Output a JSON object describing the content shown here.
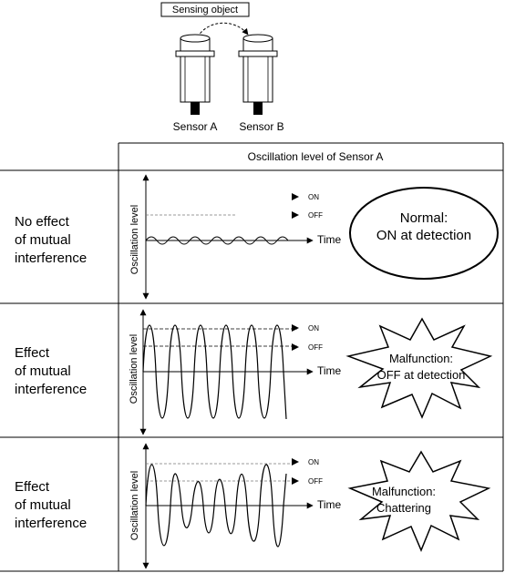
{
  "header": {
    "sensing_object": "Sensing object",
    "sensor_a": "Sensor A",
    "sensor_b": "Sensor B"
  },
  "table": {
    "column_header": "Oscillation level of Sensor A",
    "rows": [
      {
        "label_lines": [
          "No effect",
          "of mutual",
          "interference"
        ],
        "y_axis": "Oscillation level",
        "x_axis": "Time",
        "on_label": "ON",
        "off_label": "OFF",
        "result_lines": [
          "Normal:",
          "ON at detection"
        ],
        "result_shape": "ellipse"
      },
      {
        "label_lines": [
          "Effect",
          "of mutual",
          "interference"
        ],
        "y_axis": "Oscillation level",
        "x_axis": "Time",
        "on_label": "ON",
        "off_label": "OFF",
        "result_lines": [
          "Malfunction:",
          "OFF at detection"
        ],
        "result_shape": "starburst"
      },
      {
        "label_lines": [
          "Effect",
          "of mutual",
          "interference"
        ],
        "y_axis": "Oscillation level",
        "x_axis": "Time",
        "on_label": "ON",
        "off_label": "OFF",
        "result_lines": [
          "Malfunction:",
          "Chattering"
        ],
        "result_shape": "starburst"
      }
    ]
  }
}
